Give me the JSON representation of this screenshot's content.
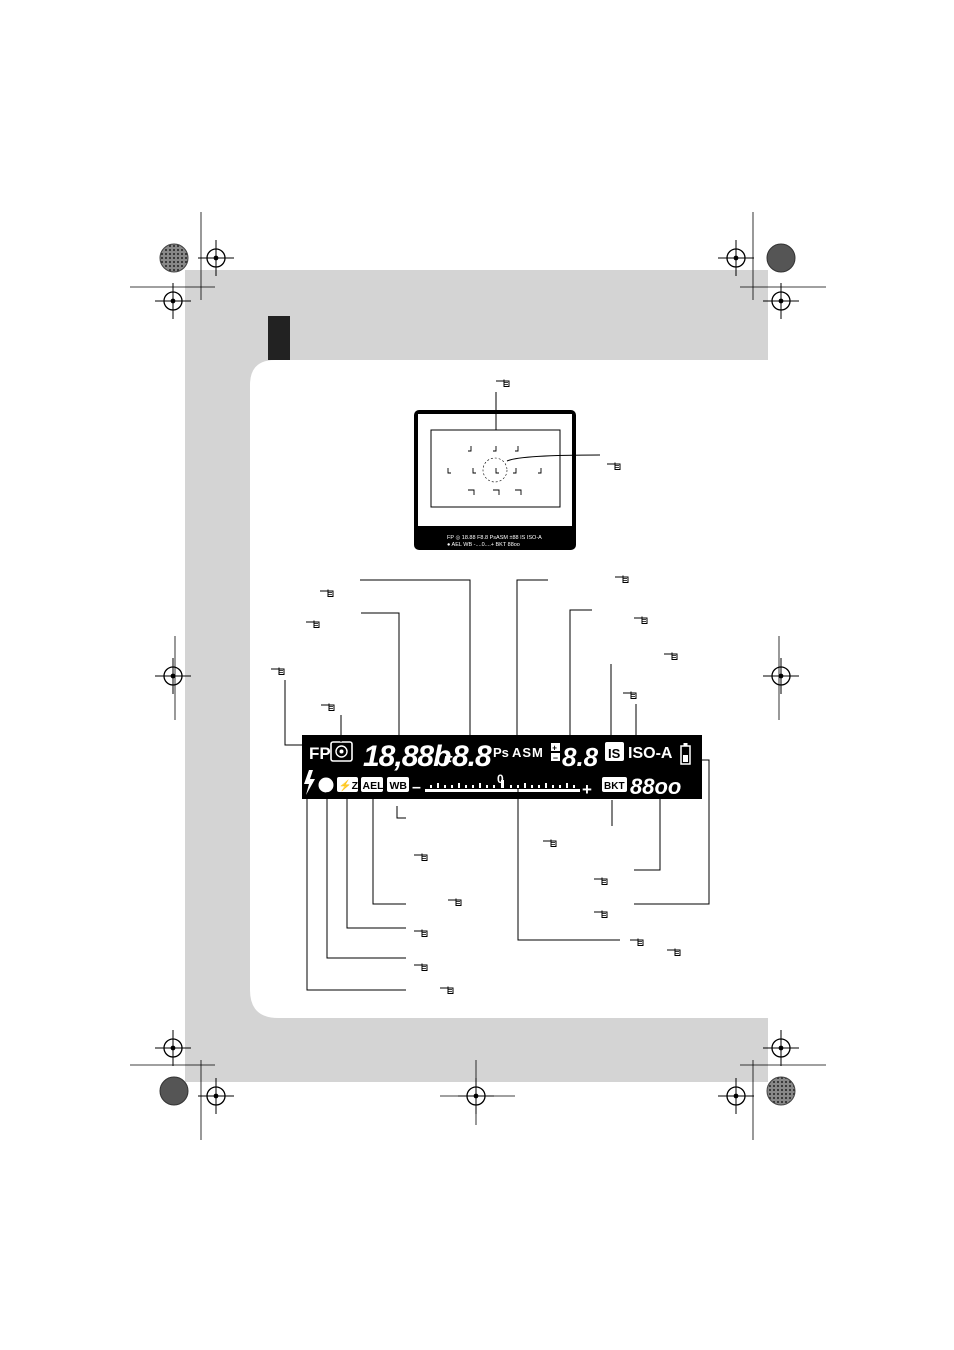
{
  "icons": {
    "reference": "pointing-hand-icon",
    "registration": "crosshair-registration-icon",
    "color_wheel": "color-registration-wheel-icon",
    "flash": "lightning-bolt-icon",
    "focus_dot": "filled-circle-icon",
    "battery": "battery-icon",
    "metering": "metering-mode-icon"
  },
  "viewfinder": {
    "readout_top": "FP ◎ 18.88 F8.8 PsASM ±88 IS ISO-A",
    "readout_bottom": "● AEL WB -....0....+ BKT 88oo"
  },
  "panel": {
    "fp": "FP",
    "shutter": "18,88b",
    "f_letter": "F",
    "aperture": "8.8",
    "mode_ps": "Ps",
    "mode_asm": "ASM",
    "plusminus_digits": "8.8",
    "is_badge": "IS",
    "iso": "ISO-A",
    "flash_comp_badge": "⚡Z",
    "ael_badge": "AEL",
    "wb_badge": "WB",
    "scale_minus": "–",
    "scale_zero": "0",
    "scale_plus": "+",
    "bkt_badge": "BKT",
    "counter": "88oo"
  },
  "colors": {
    "gray_band": "#d4d4d4",
    "dark_tab": "#222222",
    "panel_bg": "#000000"
  }
}
